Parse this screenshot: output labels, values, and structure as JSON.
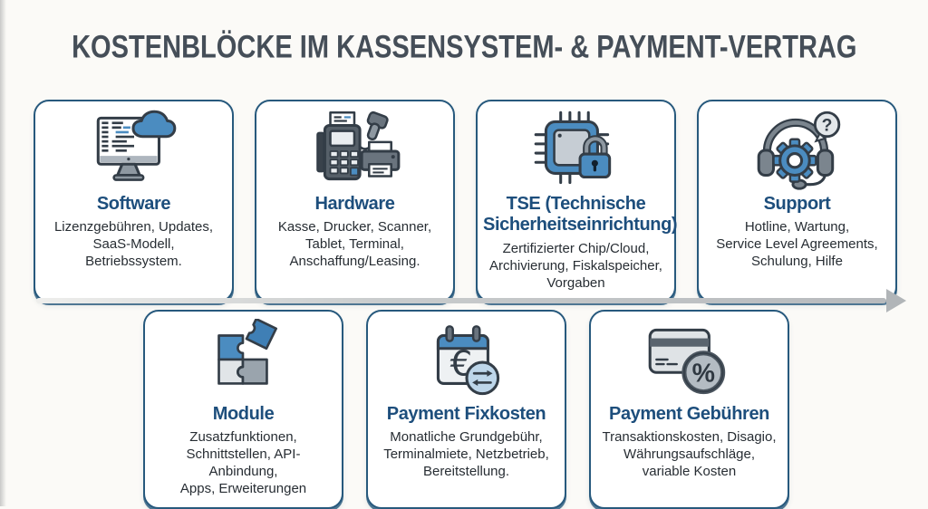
{
  "title": "KOSTENBLÖCKE IM KASSENSYSTEM- & PAYMENT-VERTRAG",
  "colors": {
    "accent_blue": "#1d4e7c",
    "icon_blue": "#4b8cc0",
    "card_border": "#27597d",
    "title_gray": "#454e58",
    "body_text": "#272d33",
    "arrow_gray": "#b7babd",
    "background": "#fbfaf7"
  },
  "arrow": {
    "direction": "right"
  },
  "cards": {
    "software": {
      "icon": "monitor-cloud-icon",
      "title": "Software",
      "description": "Lizenzgebühren, Updates,\nSaaS-Modell,\nBetriebssystem."
    },
    "hardware": {
      "icon": "pos-terminal-scanner-printer-icon",
      "title": "Hardware",
      "description": "Kasse, Drucker, Scanner,\nTablet, Terminal,\nAnschaffung/Leasing."
    },
    "tse": {
      "icon": "chip-lock-icon",
      "title": "TSE (Technische\nSicherheitseinrichtung)",
      "description": "Zertifizierter Chip/Cloud,\nArchivierung, Fiskalspeicher,\nVorgaben"
    },
    "support": {
      "icon": "headset-gear-question-icon",
      "title": "Support",
      "description": "Hotline, Wartung,\nService Level Agreements,\nSchulung, Hilfe"
    },
    "module": {
      "icon": "puzzle-pieces-icon",
      "title": "Module",
      "description": "Zusatzfunktionen,\nSchnittstellen, API-Anbindung,\nApps, Erweiterungen"
    },
    "payment_fixkosten": {
      "icon": "calendar-euro-arrows-icon",
      "title": "Payment Fixkosten",
      "description": "Monatliche Grundgebühr,\nTerminalmiete, Netzbetrieb,\nBereitstellung."
    },
    "payment_gebuehren": {
      "icon": "credit-card-percent-icon",
      "title": "Payment Gebühren",
      "description": "Transaktionskosten, Disagio,\nWährungsaufschläge,\nvariable Kosten"
    }
  }
}
